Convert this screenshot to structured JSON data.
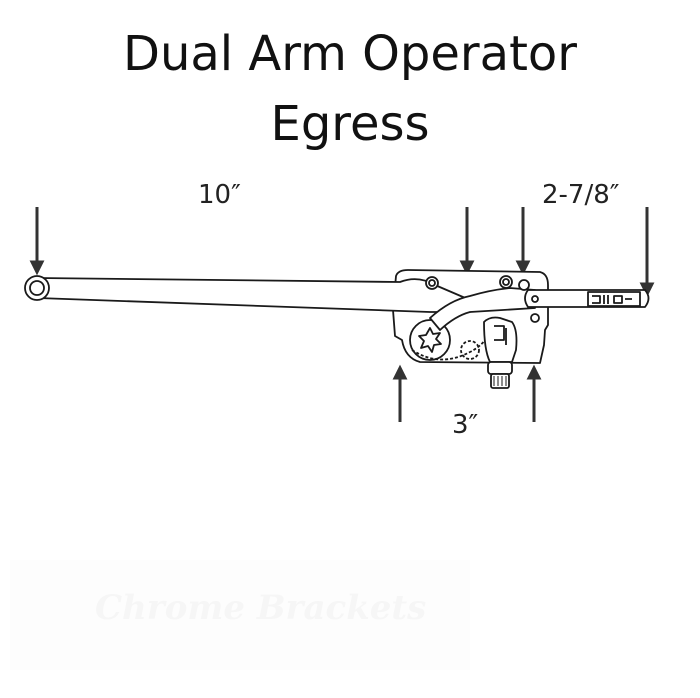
{
  "title": {
    "line1": "Dual Arm Operator",
    "line2": "Egress"
  },
  "dimensions": {
    "arm_length": "10″",
    "short_arm": "2-7/8″",
    "base_width": "3″"
  },
  "watermark": "Chrome Brackets",
  "colors": {
    "line": "#1a1a1a",
    "arrow": "#333333",
    "background": "#ffffff"
  }
}
